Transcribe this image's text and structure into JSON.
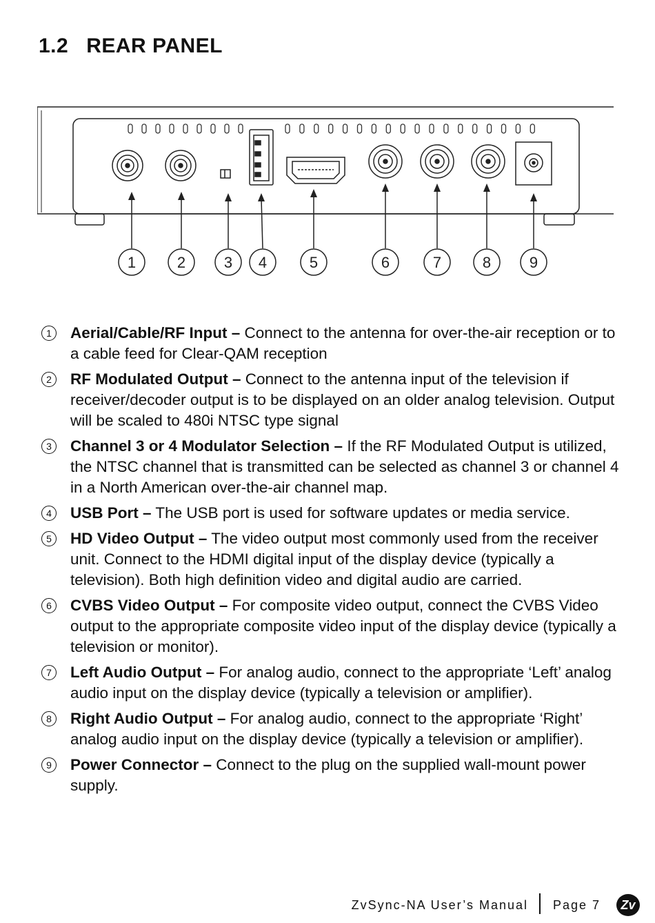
{
  "section": {
    "number": "1.2",
    "title": "REAR PANEL"
  },
  "diagram": {
    "callouts": [
      "1",
      "2",
      "3",
      "4",
      "5",
      "6",
      "7",
      "8",
      "9"
    ]
  },
  "items": [
    {
      "num": "1",
      "term": "Aerial/Cable/RF Input –",
      "text": " Connect to the antenna for over-the-air reception or to a cable feed for Clear-QAM reception"
    },
    {
      "num": "2",
      "term": "RF Modulated Output –",
      "text": " Connect to the antenna input of the television if receiver/decoder output is to be displayed on an older analog television. Output will be scaled to 480i NTSC type signal"
    },
    {
      "num": "3",
      "term": "Channel 3 or 4 Modulator Selection –",
      "text": " If the RF Modulated Output is utilized, the NTSC channel that is transmitted can be selected as channel 3 or channel 4 in a North American over-the-air channel map."
    },
    {
      "num": "4",
      "term": "USB Port –",
      "text": " The USB port is used for software updates or media service."
    },
    {
      "num": "5",
      "term": "HD Video Output –",
      "text": " The video output most commonly used from the receiver unit. Connect to the HDMI digital input of the display device (typically a television). Both high definition video and digital audio are carried."
    },
    {
      "num": "6",
      "term": "CVBS Video Output –",
      "text": " For composite video output, connect the CVBS Video output to the appropriate composite video input of the display device (typically a television or monitor)."
    },
    {
      "num": "7",
      "term": "Left Audio Output –",
      "text": " For analog audio, connect to the appropriate ‘Left’ analog audio input on the display device (typically a television or amplifier)."
    },
    {
      "num": "8",
      "term": "Right Audio Output –",
      "text": " For analog audio, connect to the appropriate ‘Right’ analog audio input on the display device (typically a television or amplifier)."
    },
    {
      "num": "9",
      "term": "Power Connector –",
      "text": " Connect to the plug on the supplied wall-mount power supply."
    }
  ],
  "footer": {
    "manual": "ZvSync-NA User’s Manual",
    "page": "Page 7",
    "logo": "Zv"
  }
}
